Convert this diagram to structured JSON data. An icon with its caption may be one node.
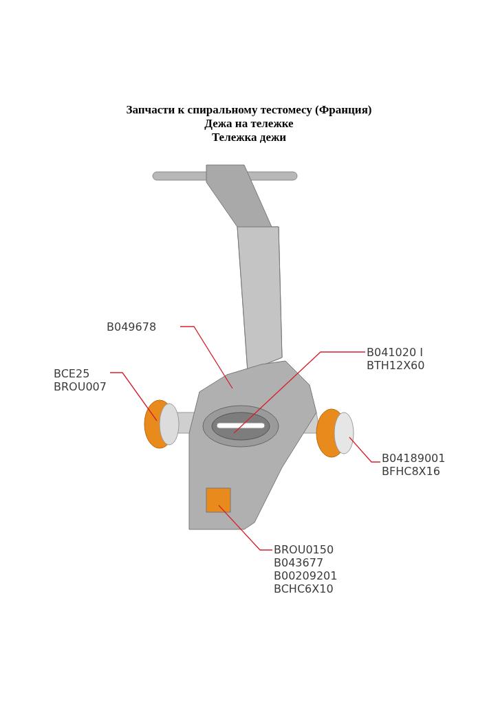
{
  "diagram": {
    "title": "Запчасти к спиральному тестомесу (Франция)",
    "nodes": [
      {
        "text": [
          "B049678"
        ]
      },
      {
        "text": [
          "BCE25",
          "BROU007"
        ]
      },
      {
        "text": [
          "B041020 I",
          "BTH12X60"
        ]
      },
      {
        "text": [
          "B04189001",
          "BFHC8X16"
        ]
      },
      {
        "text": [
          "BROU0150",
          "B043677",
          "B00209201",
          "BCHC6X10"
        ]
      }
    ],
    "edges": [
      {
        "from": 0,
        "to": null,
        "arrow": "none"
      },
      {
        "from": 1,
        "to": null,
        "arrow": "none"
      },
      {
        "from": 2,
        "to": null,
        "arrow": "none"
      },
      {
        "from": 3,
        "to": null,
        "arrow": "none"
      },
      {
        "from": 4,
        "to": null,
        "arrow": "none"
      }
    ],
    "labels": [
      "Дежа на тележке",
      "Тележка дежи"
    ]
  }
}
